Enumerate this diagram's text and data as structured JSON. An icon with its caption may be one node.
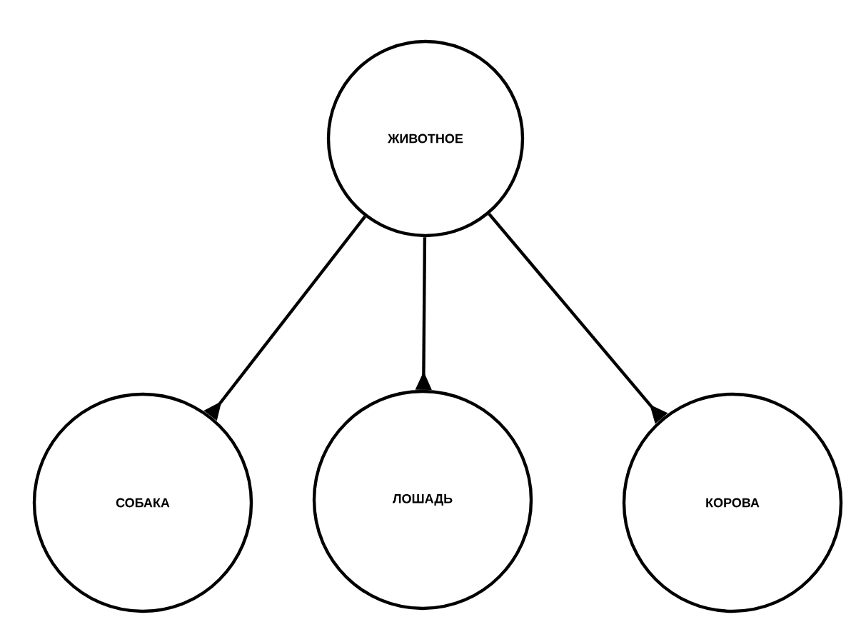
{
  "diagram": {
    "nodes": [
      {
        "text": [
          "ЖИВОТНОЕ"
        ]
      },
      {
        "text": [
          "СОБАКА"
        ]
      },
      {
        "text": [
          "ЛОШАДЬ"
        ]
      },
      {
        "text": [
          "КОРОВА"
        ]
      }
    ],
    "edges": [
      {
        "from": 0,
        "to": 1,
        "arrow": "other"
      },
      {
        "from": 0,
        "to": 2,
        "arrow": "other"
      },
      {
        "from": 0,
        "to": 3,
        "arrow": "other"
      }
    ]
  }
}
